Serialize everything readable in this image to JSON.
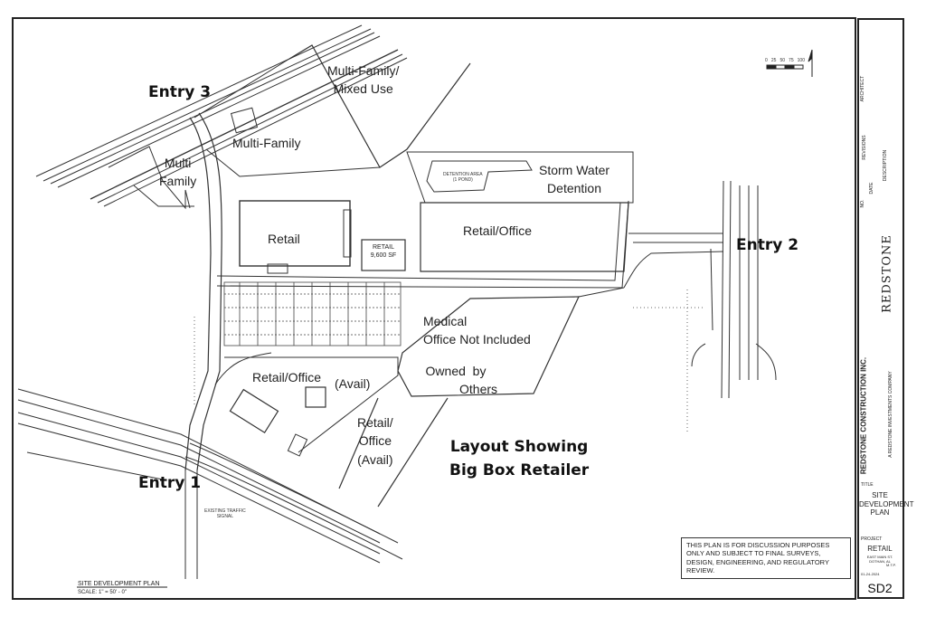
{
  "areas": {
    "multi_family_mixed_use": [
      "Multi-Family/",
      "Mixed Use"
    ],
    "multi_family_top": "Multi-Family",
    "multi_family_left": [
      "Multi",
      "Family"
    ],
    "storm_water": [
      "Storm Water",
      "Detention"
    ],
    "retail_top": "Retail",
    "retail_office_top": "Retail/Office",
    "medical_office": [
      "Medical",
      "Office Not Included"
    ],
    "owned_by": [
      "Owned  by",
      "Others"
    ],
    "retail_office_avail_label": "Retail/Office",
    "avail_small": "(Avail)",
    "retail_office_avail2": [
      "Retail/",
      "Office",
      "(Avail)"
    ],
    "retail_box": [
      "RETAIL",
      "9,600 SF"
    ],
    "detention_small": [
      "DETENTION AREA",
      "(1 POND)"
    ]
  },
  "entries": {
    "entry1": "Entry 1",
    "entry2": "Entry 2",
    "entry3": "Entry 3"
  },
  "headline": [
    "Layout Showing",
    "Big Box Retailer"
  ],
  "signal_note": [
    "EXISTING TRAFFIC",
    "SIGNAL"
  ],
  "scale_bar_labels": [
    "0",
    "25",
    "50",
    "75",
    "100"
  ],
  "plan_title": "SITE DEVELOPMENT PLAN",
  "plan_scale": "SCALE: 1\" = 50' - 0\"",
  "note": "THIS PLAN IS FOR DISCUSSION PURPOSES ONLY AND SUBJECT TO FINAL SURVEYS, DESIGN, ENGINEERING, AND REGULATORY REVIEW.",
  "title_block": {
    "revisions": "REVISIONS",
    "no": "NO.",
    "date": "DATE",
    "description": "DESCRIPTION",
    "architect": "ARCHITECT",
    "brand": "REDSTONE",
    "company": "REDSTONE CONSTRUCTION INC.",
    "company_sub": "A REDSTONE INVESTMENTS COMPANY",
    "title_label": "TITLE",
    "sheet_title": [
      "SITE",
      "DEVELOPMENT",
      "PLAN"
    ],
    "project_label": "PROJECT",
    "project_name": "RETAIL",
    "project_addr": [
      "EAST MAIN ST.",
      "DOTHAN, AL"
    ],
    "drawn_label": "M.T.P.",
    "date_value": "01-24-2024",
    "sheet_no": "SD2"
  },
  "colors": {
    "line": "#333333",
    "brand_red": "#b1262b"
  }
}
